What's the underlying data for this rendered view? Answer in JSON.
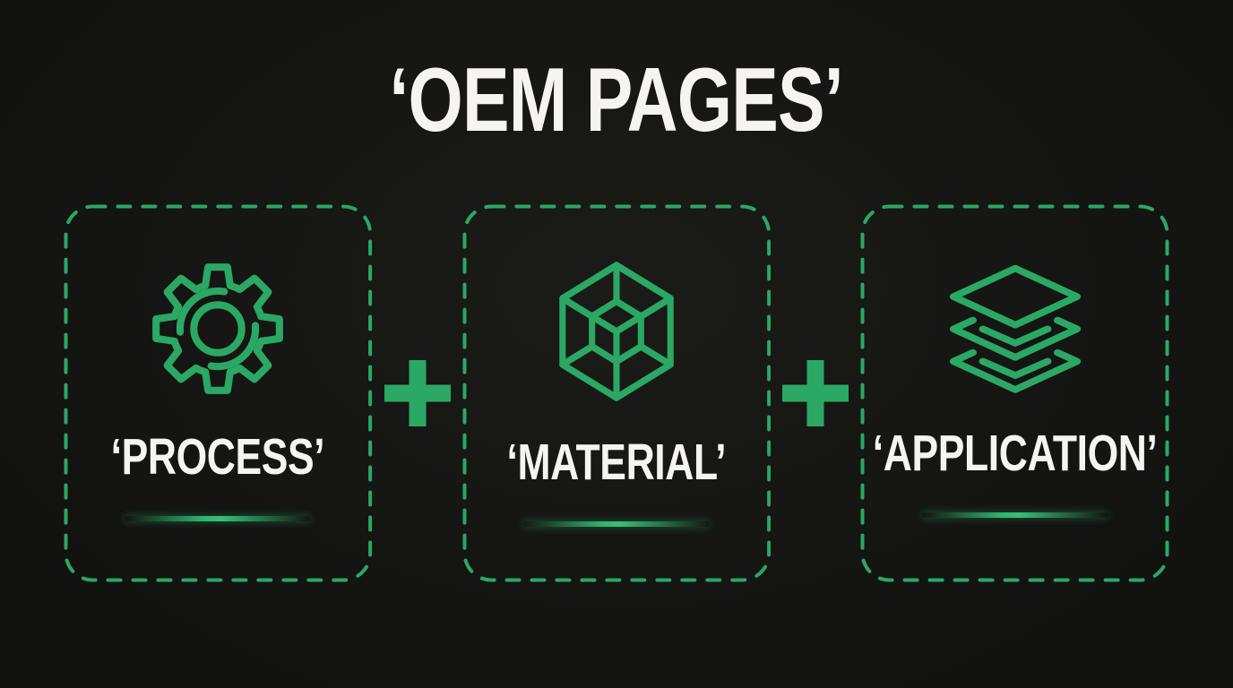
{
  "title": "‘OEM PAGES’",
  "cards": [
    {
      "label": "‘PROCESS’",
      "icon": "gear-icon"
    },
    {
      "label": "‘MATERIAL’",
      "icon": "cube-icon"
    },
    {
      "label": "‘APPLICATION’",
      "icon": "layers-icon"
    }
  ],
  "separators": [
    {
      "icon": "plus-icon"
    },
    {
      "icon": "plus-icon"
    }
  ],
  "colors": {
    "background": "#151513",
    "accent_green": "#2aa864",
    "underline_green_bright": "#36c077",
    "text_white": "#f5f4f1"
  }
}
